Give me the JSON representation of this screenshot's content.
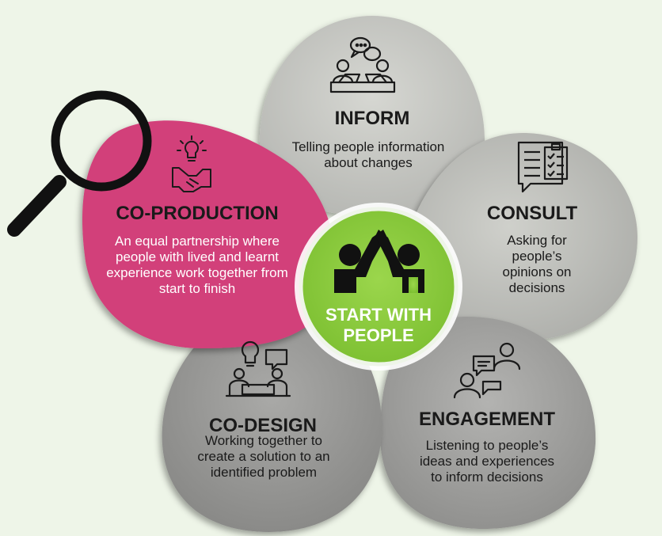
{
  "center": {
    "line1": "START WITH",
    "line2": "PEOPLE"
  },
  "petals": {
    "inform": {
      "title": "INFORM",
      "desc": "Telling people information about changes"
    },
    "consult": {
      "title": "CONSULT",
      "desc": "Asking for people’s opinions on decisions"
    },
    "engagement": {
      "title": "ENGAGEMENT",
      "desc": "Listening to people’s ideas and experiences to inform decisions"
    },
    "codesign": {
      "title": "CO-DESIGN",
      "desc": "Working together to create a solution to an identified problem"
    },
    "coproduction": {
      "title": "CO-PRODUCTION",
      "desc": "An equal partnership where people with lived and learnt experience work together from start to finish"
    }
  },
  "icons": {
    "inform": "meeting-chat-icon",
    "consult": "checklist-document-icon",
    "engagement": "conversation-icon",
    "codesign": "team-idea-icon",
    "coproduction": "handshake-idea-icon",
    "center": "high-five-icon",
    "magnifier": "magnifying-glass-icon"
  },
  "colors": {
    "background": "#eef5e8",
    "coproduction": "#d23f7a",
    "center": "#8ccc3e",
    "petal_light": "#c9cac5",
    "petal_dark": "#9a9a98"
  }
}
